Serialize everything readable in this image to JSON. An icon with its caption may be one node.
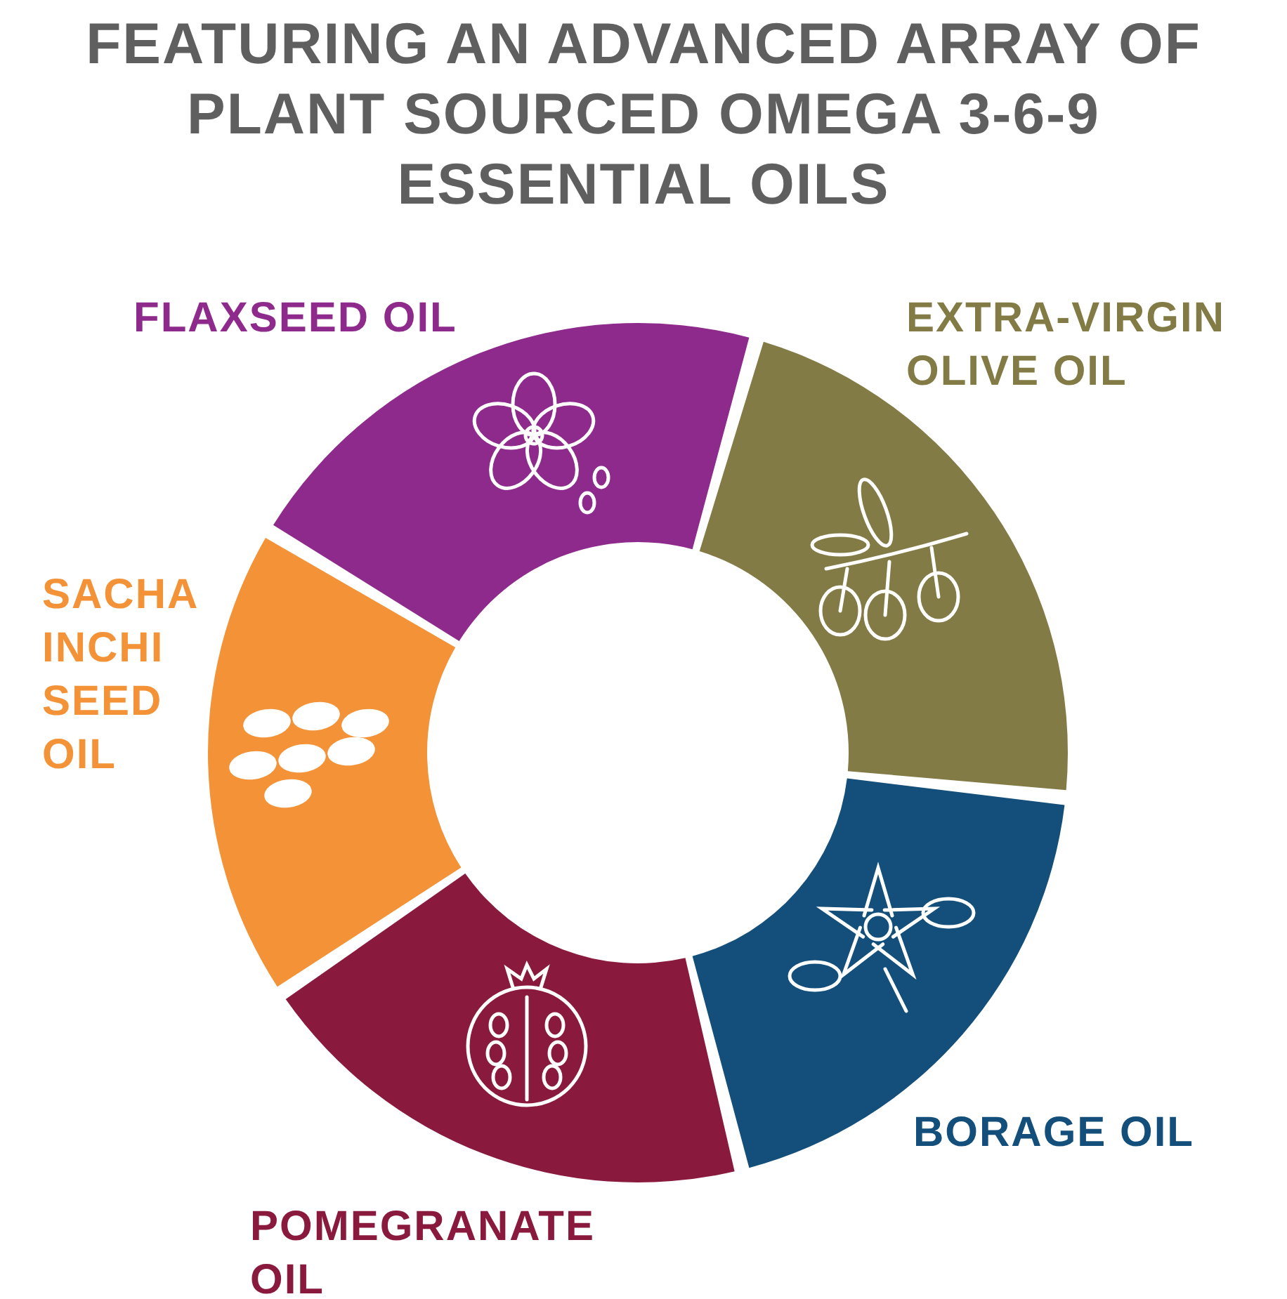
{
  "diagram": {
    "title": "FEATURING AN ADVANCED ARRAY OF PLANT SOURCED OMEGA 3-6-9 ESSENTIAL OILS",
    "nodes": [
      {
        "text": [
          "FLAXSEED OIL"
        ]
      },
      {
        "text": [
          "EXTRA-VIRGIN OLIVE OIL"
        ]
      },
      {
        "text": [
          "SACHA INCHI SEED OIL"
        ]
      },
      {
        "text": [
          "BORAGE OIL"
        ]
      },
      {
        "text": [
          "POMEGRANATE OIL"
        ]
      }
    ]
  }
}
